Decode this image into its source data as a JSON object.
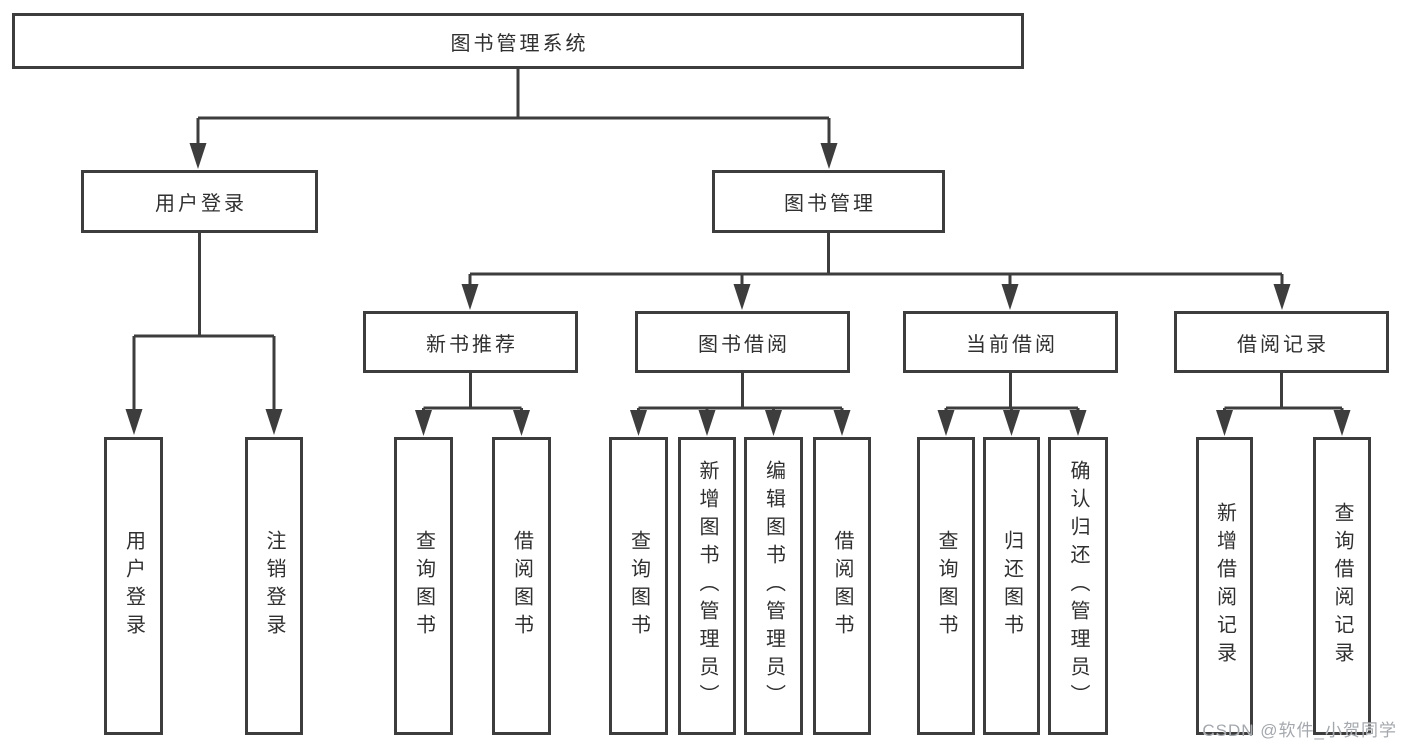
{
  "diagram": {
    "root": {
      "label": "图书管理系统"
    },
    "branches": [
      {
        "label": "用户登录",
        "children": [
          {
            "label": "用户登录"
          },
          {
            "label": "注销登录"
          }
        ]
      },
      {
        "label": "图书管理",
        "groups": [
          {
            "label": "新书推荐",
            "children": [
              {
                "label": "查询图书"
              },
              {
                "label": "借阅图书"
              }
            ]
          },
          {
            "label": "图书借阅",
            "children": [
              {
                "label": "查询图书"
              },
              {
                "label": "新增图书（管理员）"
              },
              {
                "label": "编辑图书（管理员）"
              },
              {
                "label": "借阅图书"
              }
            ]
          },
          {
            "label": "当前借阅",
            "children": [
              {
                "label": "查询图书"
              },
              {
                "label": "归还图书"
              },
              {
                "label": "确认归还（管理员）"
              }
            ]
          },
          {
            "label": "借阅记录",
            "children": [
              {
                "label": "新增借阅记录"
              },
              {
                "label": "查询借阅记录"
              }
            ]
          }
        ]
      }
    ]
  },
  "watermark": {
    "text": "CSDN @软件_小贺同学"
  },
  "colors": {
    "line": "#3d3d3d",
    "text": "#303030",
    "bg": "#ffffff",
    "watermark": "#a4a8ad"
  }
}
